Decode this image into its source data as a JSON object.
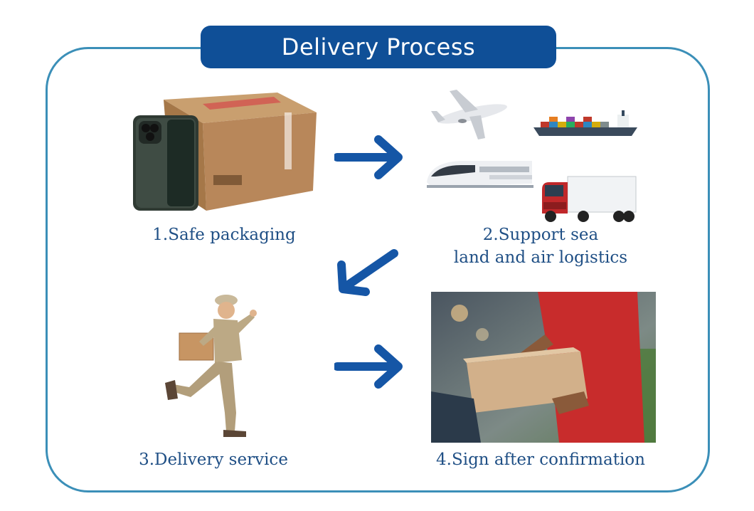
{
  "title": "Delivery Process",
  "steps": [
    {
      "label": "1.Safe packaging"
    },
    {
      "label_line1": "2.Support sea",
      "label_line2": "land and air logistics"
    },
    {
      "label": "3.Delivery service"
    },
    {
      "label": "4.Sign after confirmation"
    }
  ],
  "colors": {
    "title_bg": "#0f4f97",
    "frame_border": "#3b8fb8",
    "arrow": "#1556a6",
    "caption": "#1f4f85"
  },
  "icons": [
    "phone-and-box-image",
    "airplane-icon",
    "cargo-ship-icon",
    "train-icon",
    "truck-icon",
    "courier-running-image",
    "package-handover-image"
  ]
}
